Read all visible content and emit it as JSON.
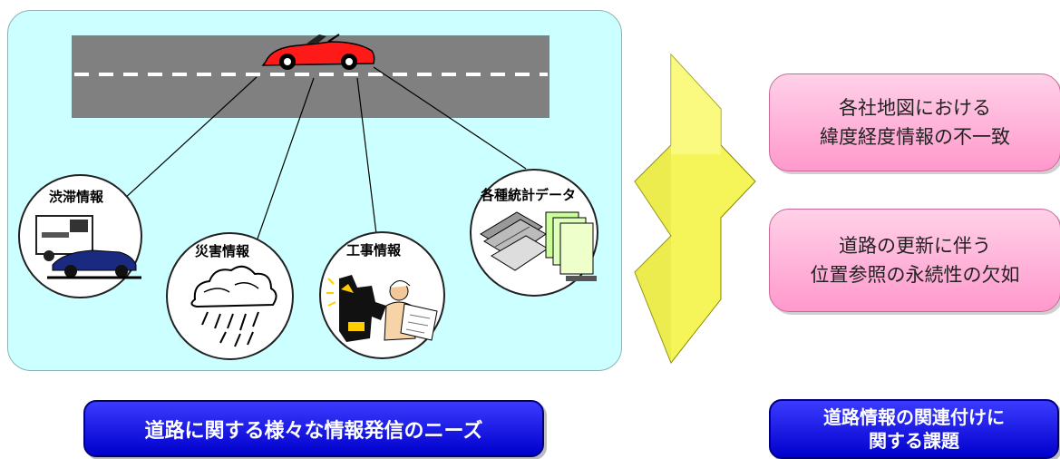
{
  "left_panel": {
    "circles": [
      {
        "label": "渋滞情報",
        "icon": "traffic-jam-icon"
      },
      {
        "label": "災害情報",
        "icon": "storm-cloud-icon"
      },
      {
        "label": "工事情報",
        "icon": "construction-icon"
      },
      {
        "label": "各種統計データ",
        "icon": "statistics-documents-icon"
      }
    ],
    "caption": "道路に関する様々な情報発信のニーズ"
  },
  "right_panel": {
    "issues": [
      {
        "line1": "各社地図における",
        "line2": "緯度経度情報の不一致"
      },
      {
        "line1": "道路の更新に伴う",
        "line2": "位置参照の永続性の欠如"
      }
    ],
    "caption_line1": "道路情報の関連付けに",
    "caption_line2": "関する課題"
  },
  "colors": {
    "panel_bg": "#ccffff",
    "road": "#808080",
    "car": "#ff0000",
    "arrow": "#ffff66",
    "issue_box": "#ff99cc",
    "caption_box": "#0000cc"
  }
}
